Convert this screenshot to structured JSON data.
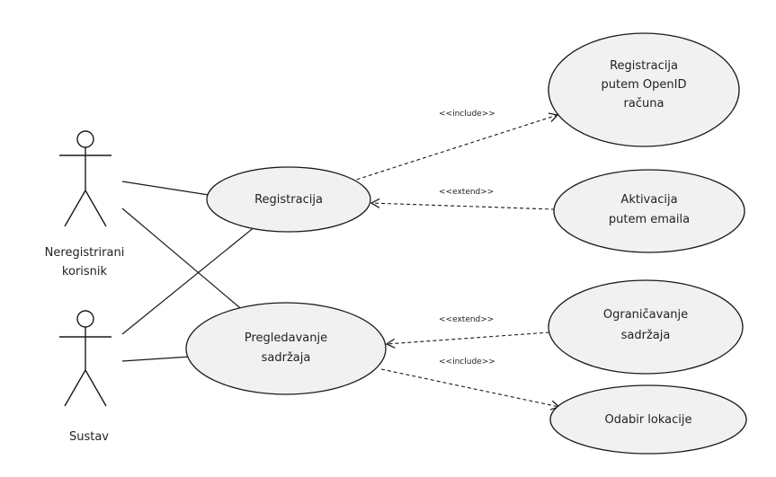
{
  "actors": [
    {
      "id": "neregistrirani",
      "lines": [
        "Neregistrirani",
        "korisnik"
      ]
    },
    {
      "id": "sustav",
      "lines": [
        "Sustav"
      ]
    }
  ],
  "use_cases": [
    {
      "id": "openid",
      "lines": [
        "Registracija",
        "putem OpenID",
        "računa"
      ]
    },
    {
      "id": "registracija",
      "lines": [
        "Registracija"
      ]
    },
    {
      "id": "aktivacija",
      "lines": [
        "Aktivacija",
        "putem emaila"
      ]
    },
    {
      "id": "ogranicavanje",
      "lines": [
        "Ograničavanje",
        "sadržaja"
      ]
    },
    {
      "id": "pregledavanje",
      "lines": [
        "Pregledavanje",
        "sadržaja"
      ]
    },
    {
      "id": "odabir",
      "lines": [
        "Odabir lokacije"
      ]
    }
  ],
  "relations": [
    {
      "id": "reg-include-openid",
      "label": "<<include>>"
    },
    {
      "id": "akt-extend-reg",
      "label": "<<extend>>"
    },
    {
      "id": "ogr-extend-preg",
      "label": "<<extend>>"
    },
    {
      "id": "preg-include-odabir",
      "label": "<<include>>"
    }
  ]
}
